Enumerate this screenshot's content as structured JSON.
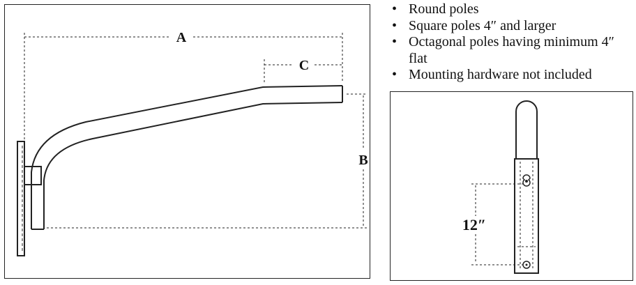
{
  "diagram": {
    "dimension_labels": {
      "a": "A",
      "b": "B",
      "c": "C"
    },
    "spacing_label": "12″"
  },
  "features": [
    "Round poles",
    "Square poles 4″ and larger",
    "Octagonal poles having minimum 4″ flat",
    "Mounting hardware not included"
  ],
  "colors": {
    "line": "#222222",
    "background": "#ffffff"
  }
}
